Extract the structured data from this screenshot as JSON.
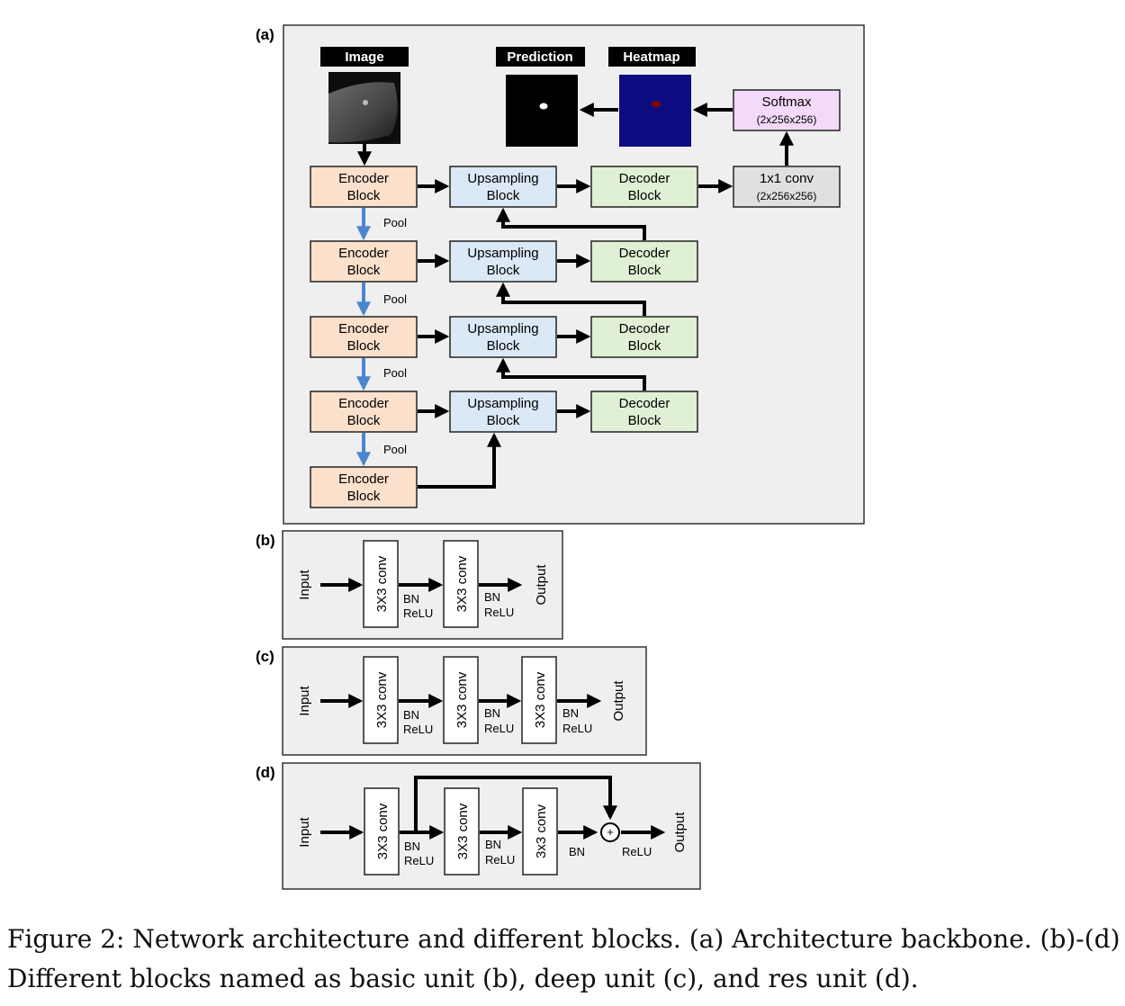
{
  "panels": {
    "a": "(a)",
    "b": "(b)",
    "c": "(c)",
    "d": "(d)"
  },
  "main": {
    "image_header": "Image",
    "prediction_header": "Prediction",
    "heatmap_header": "Heatmap",
    "encoder": [
      "Encoder",
      "Block"
    ],
    "upsampling": [
      "Upsampling",
      "Block"
    ],
    "decoder": [
      "Decoder",
      "Block"
    ],
    "pool": "Pool",
    "conv1x1": [
      "1x1 conv",
      "(2x256x256)"
    ],
    "softmax": [
      "Softmax",
      "(2x256x256)"
    ]
  },
  "units": {
    "input": "Input",
    "output": "Output",
    "conv_upper": "3X3 conv",
    "conv_lower": "3x3 conv",
    "bn": "BN",
    "relu": "ReLU",
    "plus": "+"
  },
  "caption": {
    "line1": "Figure 2: Network architecture and different blocks. (a) Architecture backbone. (b)-(d)",
    "line2": "Different blocks named as basic unit (b), deep unit (c), and res unit (d)."
  },
  "colors": {
    "panel_bg": "#efefef",
    "encoder": "#fbe0cc",
    "upsampling": "#dbe8f5",
    "decoder": "#dff0d4",
    "conv1x1": "#e0e0e0",
    "softmax": "#f5d9fb",
    "pool_arrow": "#4a86d0",
    "heatmap_bg": "#0c0c80",
    "heatmap_spot": "#7a0a0a"
  }
}
